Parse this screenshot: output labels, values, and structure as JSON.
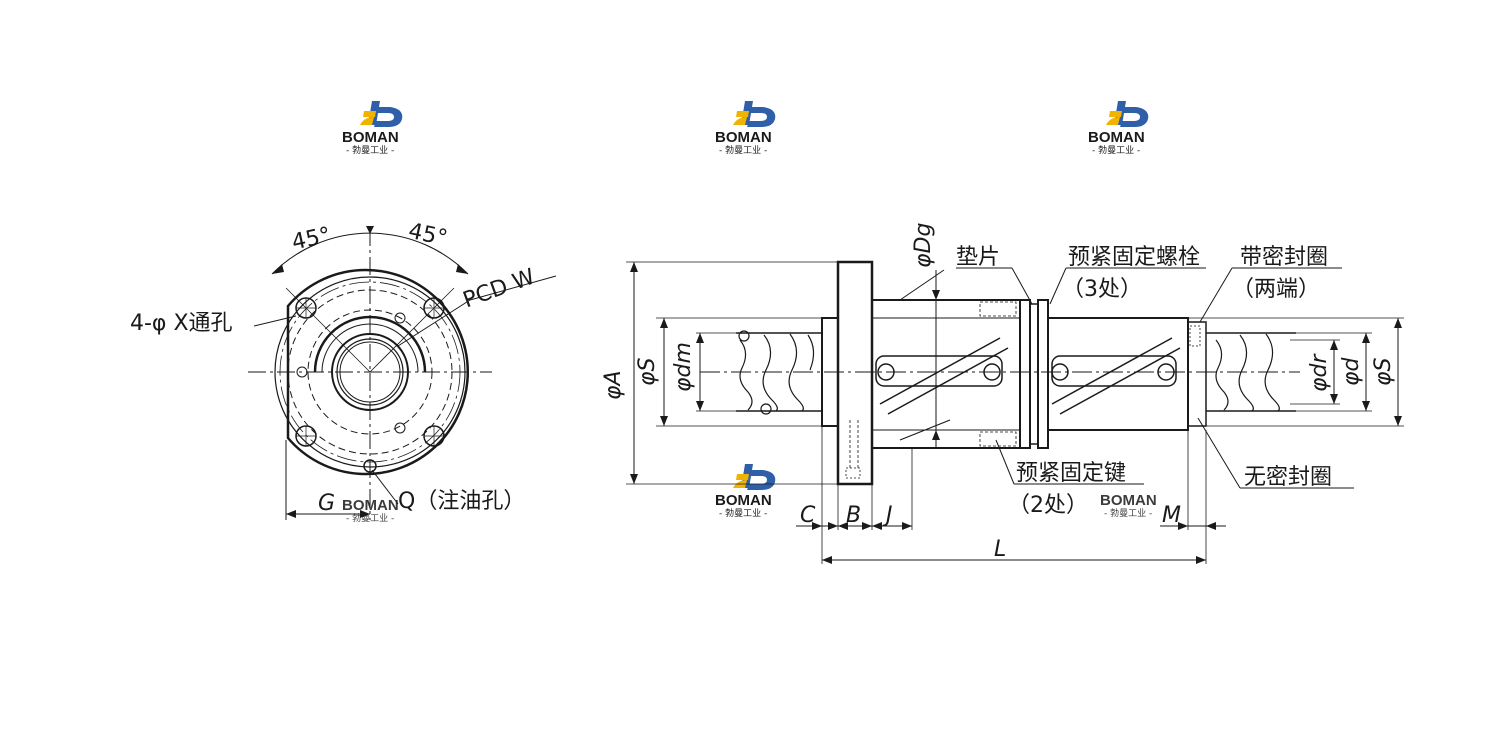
{
  "watermark": {
    "brand": "BOMAN",
    "sub": "- 勃曼工业 -",
    "brand_color": "#2f5fa8",
    "accent_color": "#f0b400"
  },
  "front_view": {
    "angle_left": "45°",
    "angle_right": "45°",
    "pcd_label": "PCD  W",
    "hole_label": "4-φ X通孔",
    "g_label": "G",
    "q_label": "Q（注油孔）"
  },
  "side_view": {
    "phi_a": "φA",
    "phi_s_left": "φS",
    "phi_dm": "φdm",
    "phi_dg": "φDg",
    "c_label": "C",
    "b_label": "B",
    "j_label": "J",
    "l_label": "L",
    "m_label": "M",
    "spacer_label": "垫片",
    "bolt_label": "预紧固定螺栓",
    "bolt_count": "（3处）",
    "seal_label": "带密封圈",
    "seal_ends": "（两端）",
    "key_label": "预紧固定键",
    "key_count": "（2处）",
    "no_seal_label": "无密封圈",
    "phi_dr": "φdr",
    "phi_d": "φd",
    "phi_s_right": "φS"
  }
}
